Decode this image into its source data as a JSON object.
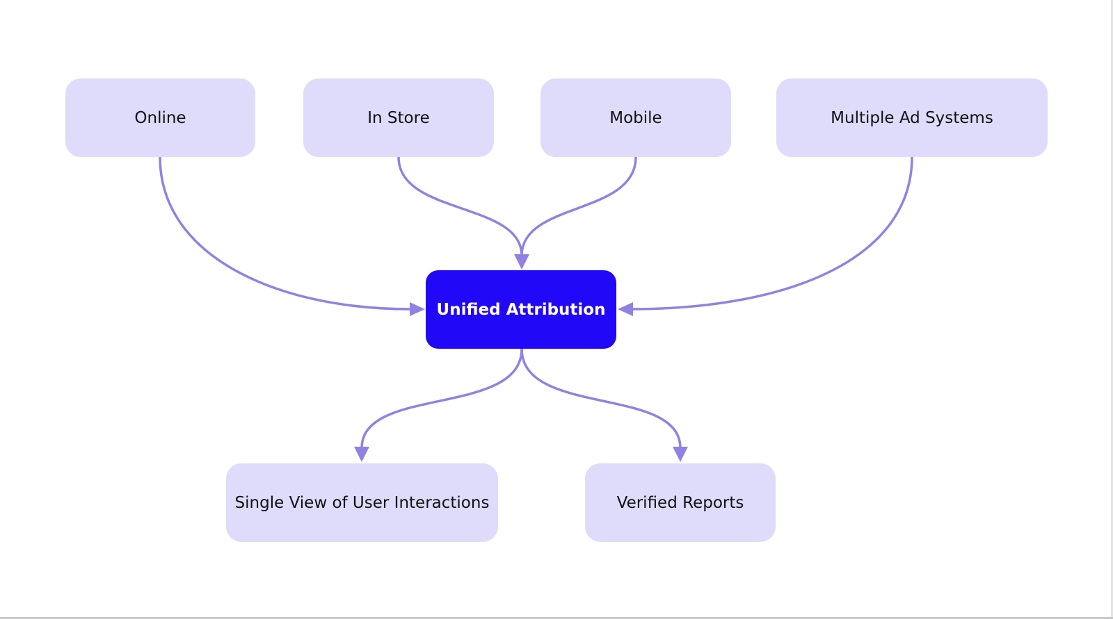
{
  "diagram": {
    "colors": {
      "node_fill": "#dedbfb",
      "hub_fill": "#2108f6",
      "hub_text": "#ffffff",
      "connector": "#9181e3"
    },
    "sources": [
      {
        "id": "online",
        "label": "Online"
      },
      {
        "id": "in-store",
        "label": "In Store"
      },
      {
        "id": "mobile",
        "label": "Mobile"
      },
      {
        "id": "multiple-ad-systems",
        "label": "Multiple Ad Systems"
      }
    ],
    "hub": {
      "id": "unified-attribution",
      "label": "Unified Attribution"
    },
    "outputs": [
      {
        "id": "single-view",
        "label": "Single View of User Interactions"
      },
      {
        "id": "verified-reports",
        "label": "Verified Reports"
      }
    ],
    "edges": [
      {
        "from": "online",
        "to": "unified-attribution"
      },
      {
        "from": "in-store",
        "to": "unified-attribution"
      },
      {
        "from": "mobile",
        "to": "unified-attribution"
      },
      {
        "from": "multiple-ad-systems",
        "to": "unified-attribution"
      },
      {
        "from": "unified-attribution",
        "to": "single-view"
      },
      {
        "from": "unified-attribution",
        "to": "verified-reports"
      }
    ]
  }
}
